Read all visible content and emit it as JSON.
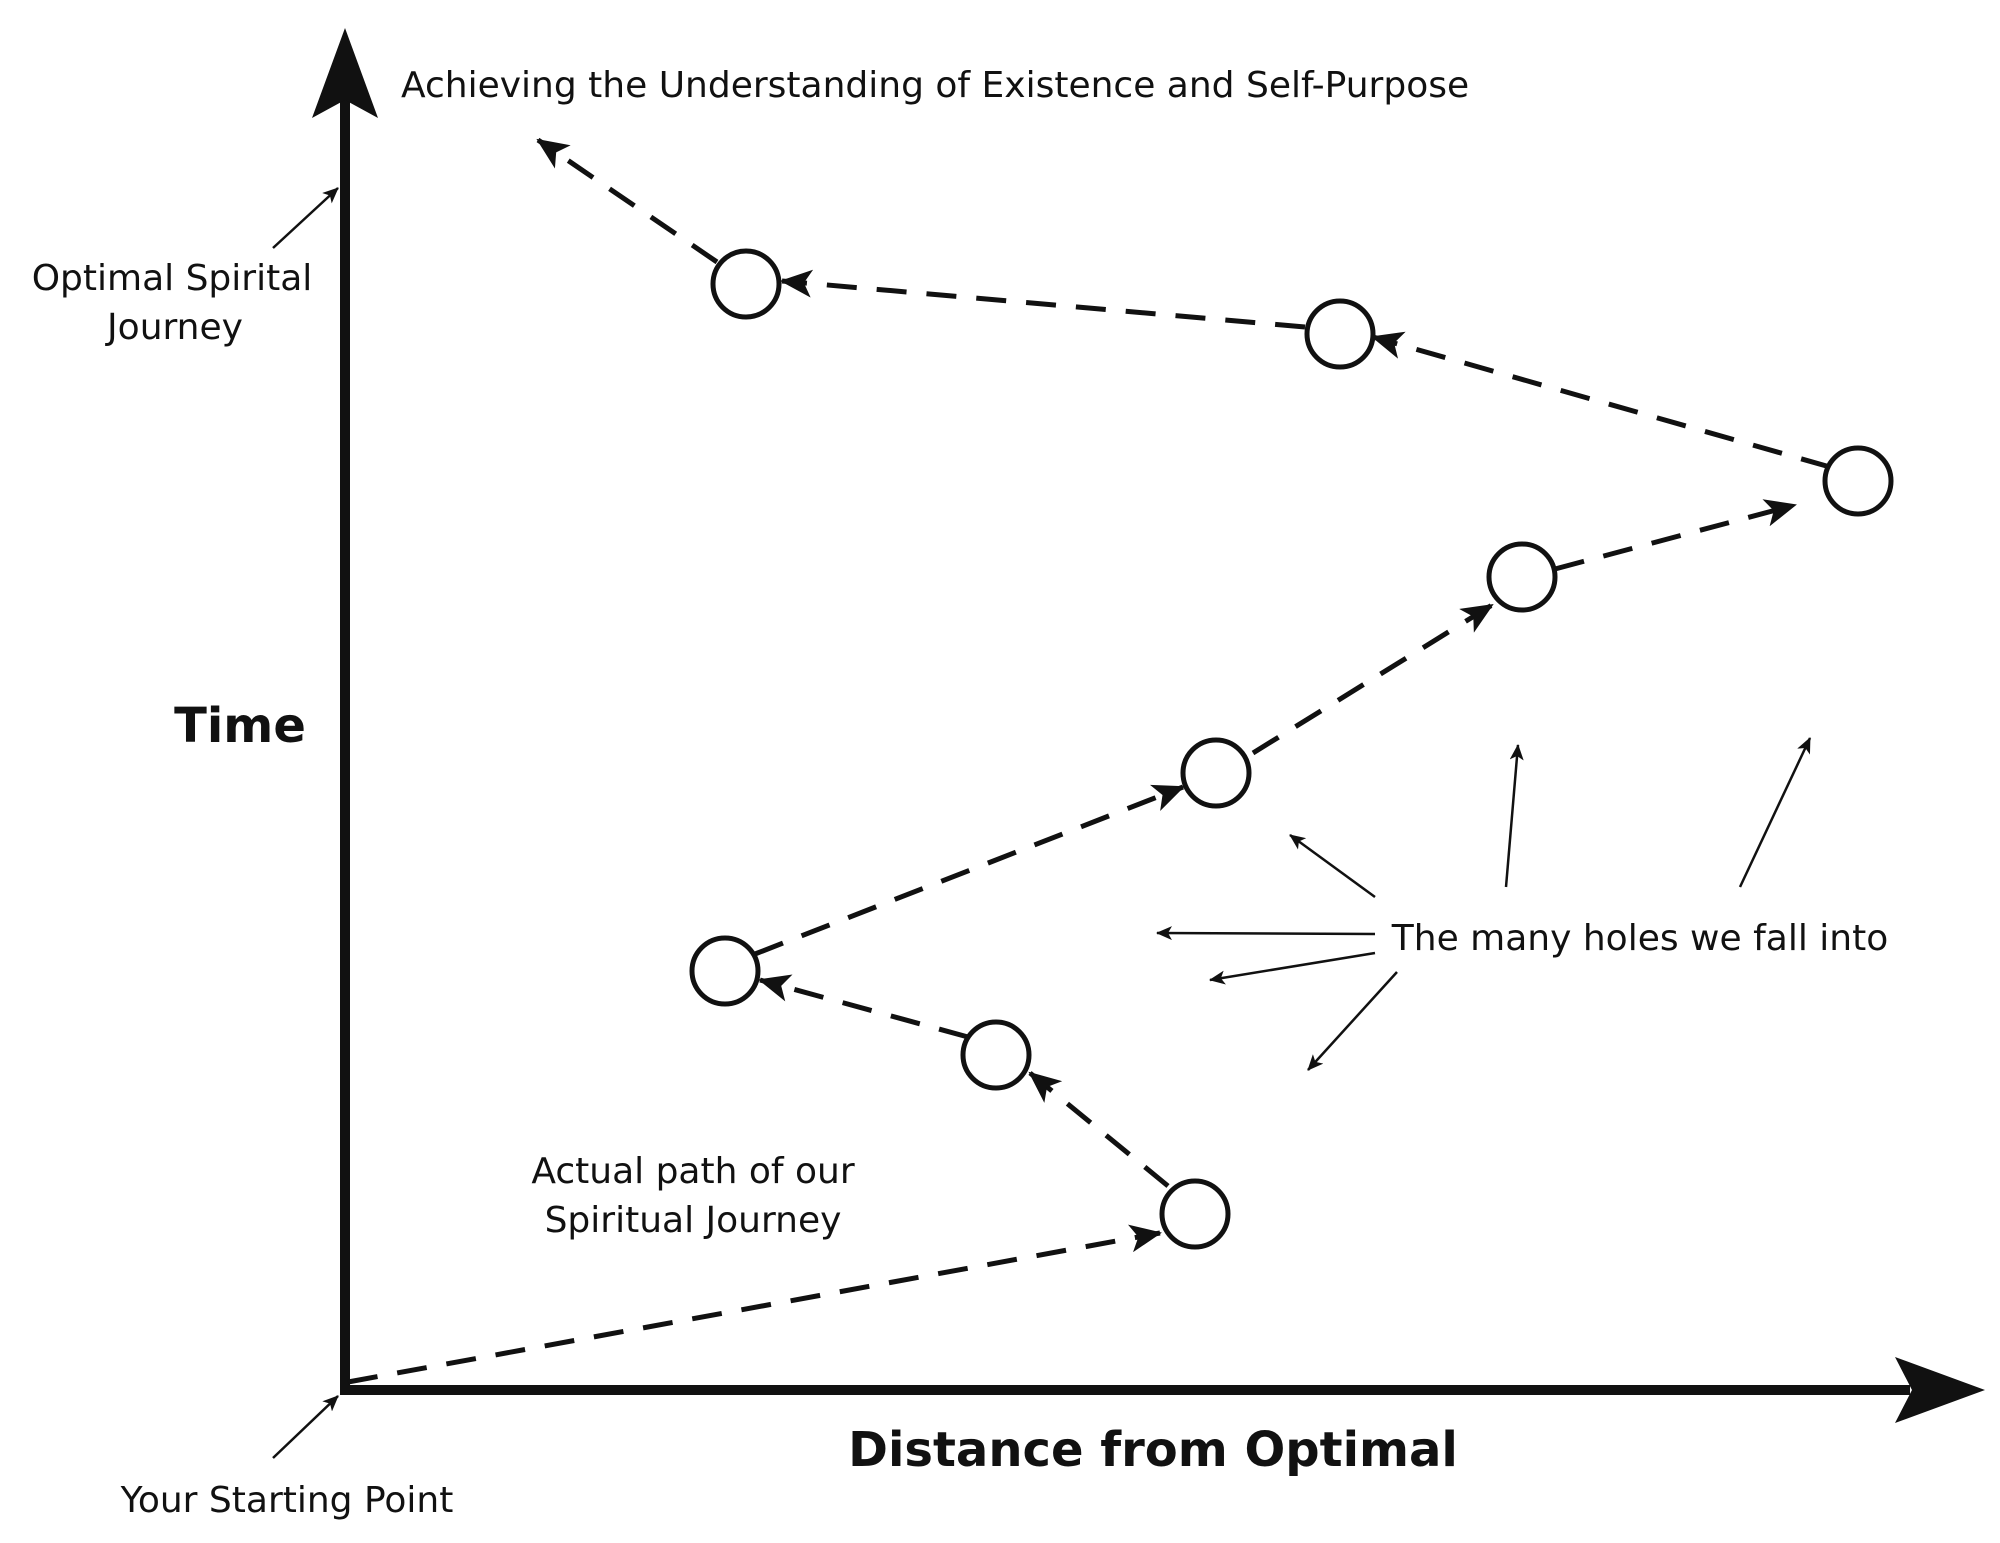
{
  "axes": {
    "y_label": "Time",
    "x_label": "Distance from Optimal"
  },
  "labels": {
    "goal": "Achieving the Understanding of Existence and Self-Purpose",
    "optimal_line1": "Optimal Spirital",
    "optimal_line2": "Journey",
    "actual_line1": "Actual path of our",
    "actual_line2": "Spiritual Journey",
    "holes": "The many holes we fall into",
    "start": "Your Starting Point"
  },
  "colors": {
    "ink": "#111111",
    "background": "#ffffff"
  }
}
